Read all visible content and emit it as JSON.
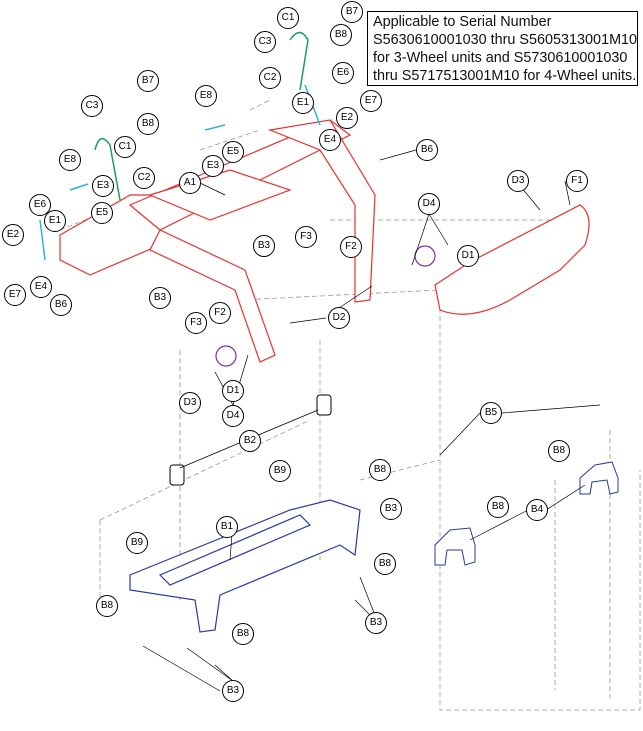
{
  "note": {
    "lines": [
      "Applicable to Serial Number",
      "S5630610001030 thru S5605313001M10",
      "for 3-Wheel units and S5730610001030",
      "thru S5717513001M10 for 4-Wheel units."
    ]
  },
  "colors": {
    "frame": "#e8312d",
    "base": "#2a3a9c",
    "clips": "#1e9b6a",
    "pins": "#2fb3d6",
    "hardware": "#7b2aa8",
    "lines": "#000000"
  },
  "callouts": [
    "C1",
    "B7",
    "C3",
    "B8",
    "C2",
    "E6",
    "E1",
    "E7",
    "E2",
    "E4",
    "B7",
    "E8",
    "B8",
    "C3",
    "C1",
    "C2",
    "E8",
    "E3",
    "E5",
    "E3",
    "E5",
    "A1",
    "B6",
    "D3",
    "F1",
    "E6",
    "E1",
    "D4",
    "E2",
    "B3",
    "F3",
    "F2",
    "D1",
    "E7",
    "E4",
    "B3",
    "B6",
    "F3",
    "F2",
    "D2",
    "D3",
    "D1",
    "D4",
    "B2",
    "B5",
    "B8",
    "B9",
    "B8",
    "B3",
    "B1",
    "B8",
    "B4",
    "B9",
    "B8",
    "B8",
    "B3",
    "B8",
    "B3"
  ]
}
